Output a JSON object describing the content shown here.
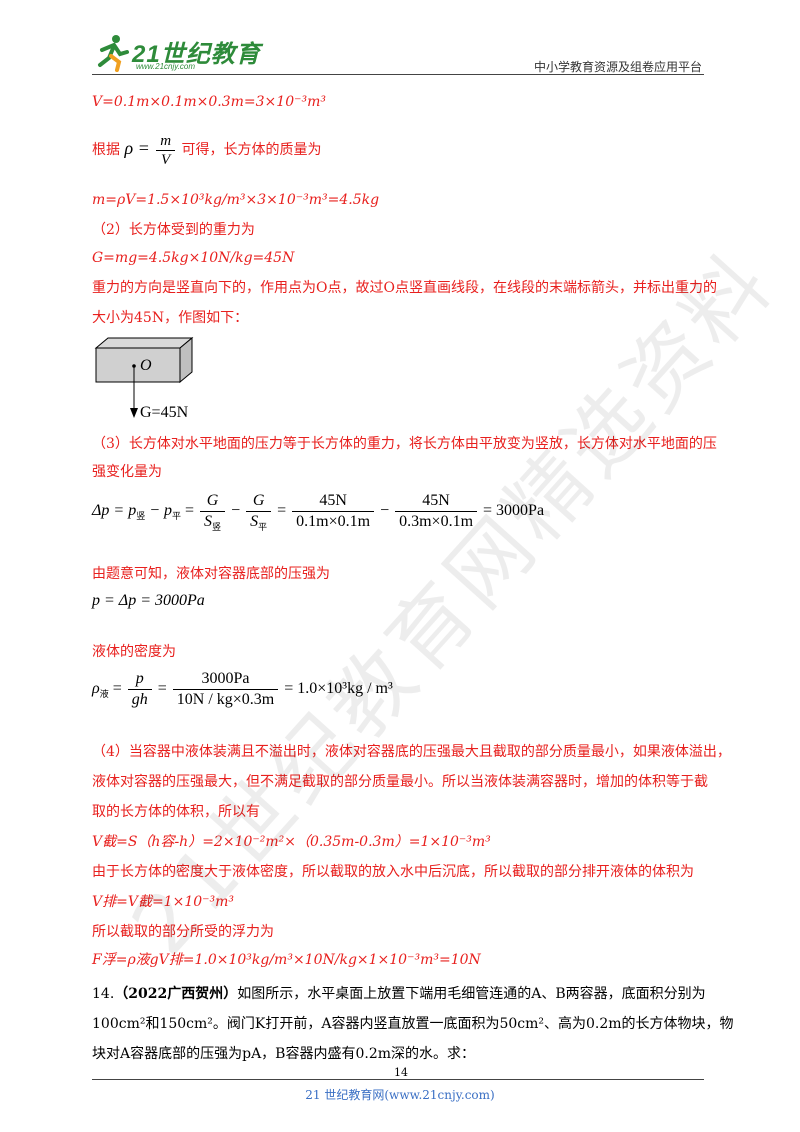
{
  "header": {
    "logo_text": "21世纪教育",
    "logo_url": "www.21cnjy.com",
    "platform": "中小学教育资源及组卷应用平台"
  },
  "lines": {
    "l1": "V=0.1m×0.1m×0.3m=3×10⁻³m³",
    "l2_pre": "根据",
    "l2_rho": "ρ =",
    "l2_m": "m",
    "l2_V": "V",
    "l2_post": "可得，长方体的质量为",
    "l3": "m=ρV=1.5×10³kg/m³×3×10⁻³m³=4.5kg",
    "l4": "（2）长方体受到的重力为",
    "l5": "G=mg=4.5kg×10N/kg=45N",
    "l6": "重力的方向是竖直向下的，作用点为O点，故过O点竖直画线段，在线段的末端标箭头，并标出重力的",
    "l7": "大小为45N，作图如下：",
    "fig_O": "O",
    "fig_G": "G=45N",
    "l8": "（3）长方体对水平地面的压力等于长方体的重力，将长方体由平放变为竖放，长方体对水平地面的压",
    "l9": "强变化量为",
    "eq1_lhs": "Δp = p",
    "eq1_sub1": "竖",
    "eq1_mid": "− p",
    "eq1_sub2": "平",
    "eq1_G": "G",
    "eq1_S1": "S",
    "eq1_S1sub": "竖",
    "eq1_S2": "S",
    "eq1_S2sub": "平",
    "eq1_n1": "45N",
    "eq1_d1": "0.1m×0.1m",
    "eq1_n2": "45N",
    "eq1_d2": "0.3m×0.1m",
    "eq1_res": "= 3000Pa",
    "l10": "由题意可知，液体对容器底部的压强为",
    "eq2": "p = Δp = 3000Pa",
    "l11": "液体的密度为",
    "eq3_lhs": "ρ",
    "eq3_sub": "液",
    "eq3_p": "p",
    "eq3_gh": "gh",
    "eq3_n": "3000Pa",
    "eq3_d": "10N / kg×0.3m",
    "eq3_res": "= 1.0×10³kg / m³",
    "l12": "（4）当容器中液体装满且不溢出时，液体对容器底的压强最大且截取的部分质量最小，如果液体溢出，",
    "l13": "液体对容器的压强最大，但不满足截取的部分质量最小。所以当液体装满容器时，增加的体积等于截",
    "l14": "取的长方体的体积，所以有",
    "l15": "V截=S（h容-h）=2×10⁻²m²×（0.35m-0.3m）=1×10⁻³m³",
    "l16": "由于长方体的密度大于液体密度，所以截取的放入水中后沉底，所以截取的部分排开液体的体积为",
    "l17": "V排=V截=1×10⁻³m³",
    "l18": "所以截取的部分所受的浮力为",
    "l19": "F浮=ρ液gV排=1.0×10³kg/m³×10N/kg×1×10⁻³m³=10N",
    "q14_num": "14.",
    "q14_src": "（2022广西贺州）",
    "q14_a": "如图所示，水平桌面上放置下端用毛细管连通的A、B两容器，底面积分别为",
    "q14_b": "100cm²和150cm²。阀门K打开前，A容器内竖直放置一底面积为50cm²、高为0.2m的长方体物块，物",
    "q14_c": "块对A容器底部的压强为pA，B容器内盛有0.2m深的水。求："
  },
  "footer": {
    "page_number": "14",
    "site": "21 世纪教育网(www.21cnjy.com)"
  },
  "watermark": "21世纪教育网精选资料"
}
